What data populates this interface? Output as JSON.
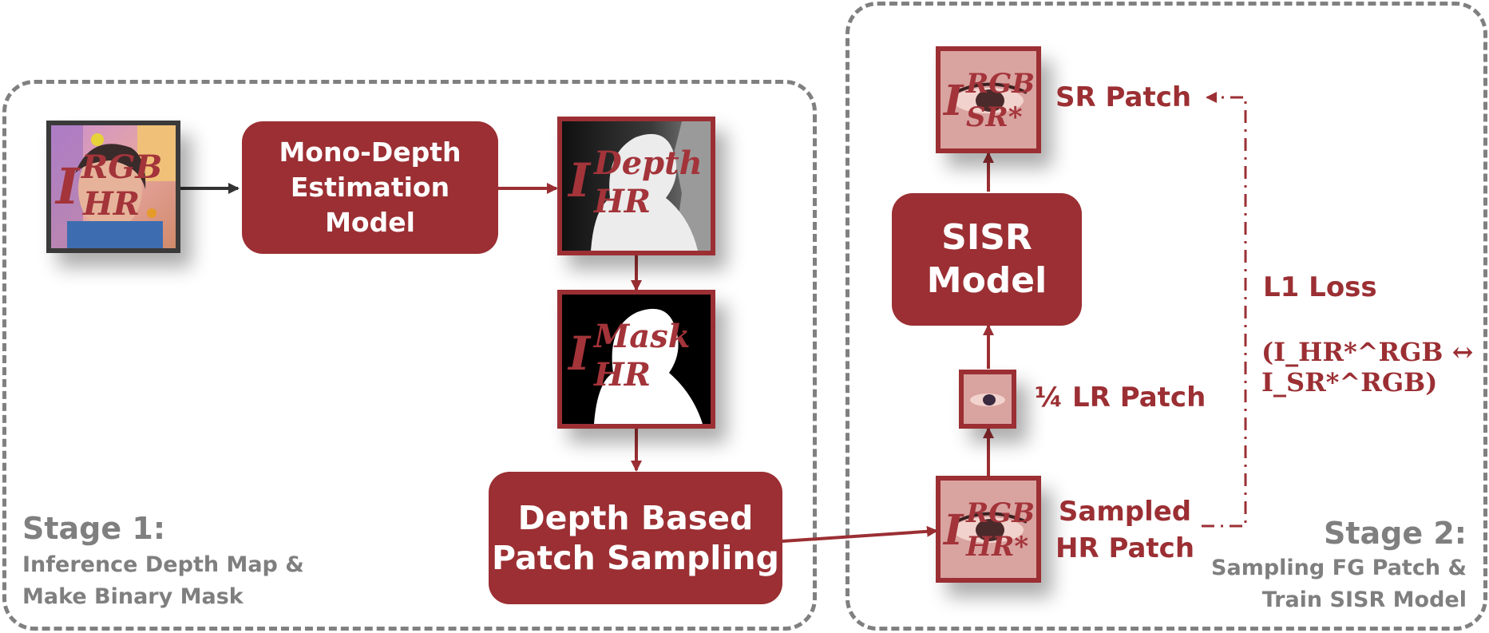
{
  "stage1": {
    "title": "Stage 1:",
    "line1": "Inference Depth Map &",
    "line2": "Make Binary Mask"
  },
  "stage2": {
    "title": "Stage 2:",
    "line1": "Sampling FG Patch &",
    "line2": "Train SISR Model"
  },
  "boxes": {
    "mono_depth": "Mono-Depth\nEstimation\nModel",
    "patch_sampling": "Depth Based\nPatch Sampling",
    "sisr": "SISR\nModel"
  },
  "labels": {
    "sr_patch": "SR Patch",
    "lr_patch": "¼ LR Patch",
    "sampled_hr_patch": "Sampled\nHR Patch",
    "l1_loss": "L1 Loss",
    "l1_formula": "(I_HR*^RGB ↔ I_SR*^RGB)"
  },
  "symbols": {
    "input_image": {
      "base": "I",
      "sup": "RGB",
      "sub": "HR"
    },
    "depth_map": {
      "base": "I",
      "sup": "Depth",
      "sub": "HR"
    },
    "mask_map": {
      "base": "I",
      "sup": "Mask",
      "sub": "HR"
    },
    "sr_patch": {
      "base": "I",
      "sup": "RGB",
      "sub": "SR*"
    },
    "hr_patch": {
      "base": "I",
      "sup": "RGB",
      "sub": "HR*"
    }
  },
  "colors": {
    "accent": "#9b2f33",
    "dashed_border": "#808080",
    "grey_text": "#7f7f7f",
    "arrow_dark": "#333333"
  }
}
